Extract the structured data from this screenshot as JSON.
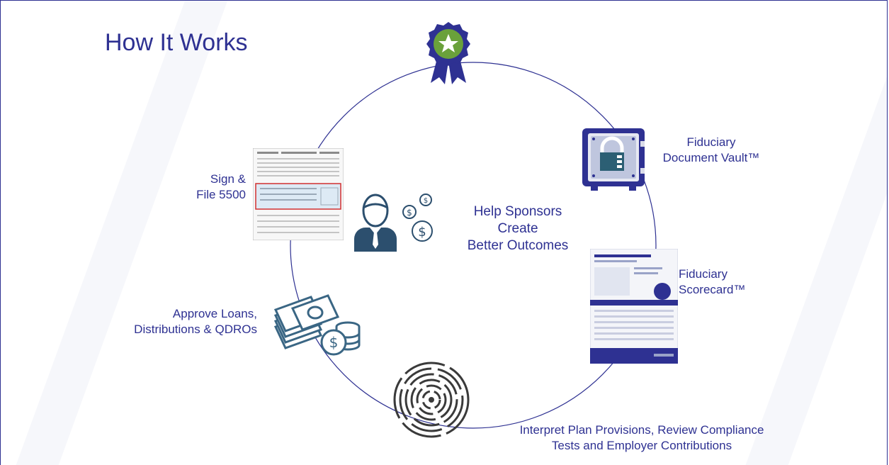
{
  "title": "How It Works",
  "center": {
    "line1": "Help Sponsors",
    "line2": "Create",
    "line3": "Better Outcomes"
  },
  "steps": {
    "vault": {
      "line1": "Fiduciary",
      "line2": "Document Vault™"
    },
    "scorecard": {
      "line1": "Fiduciary",
      "line2": "Scorecard™"
    },
    "interpret": {
      "line1": "Interpret Plan Provisions, Review Compliance",
      "line2": "Tests and Employer Contributions"
    },
    "loans": {
      "line1": "Approve Loans,",
      "line2": "Distributions & QDROs"
    },
    "sign": {
      "line1": "Sign &",
      "line2": "File 5500"
    }
  },
  "colors": {
    "navy": "#2e3192",
    "green": "#6aa13b",
    "teal": "#2c5f74",
    "slate": "#3a6684"
  },
  "icons": [
    "award-ribbon-icon",
    "safe-vault-icon",
    "scorecard-document-icon",
    "maze-icon",
    "money-stack-icon",
    "form-5500-document-icon",
    "advisor-person-icon",
    "dollar-coins-icon"
  ]
}
